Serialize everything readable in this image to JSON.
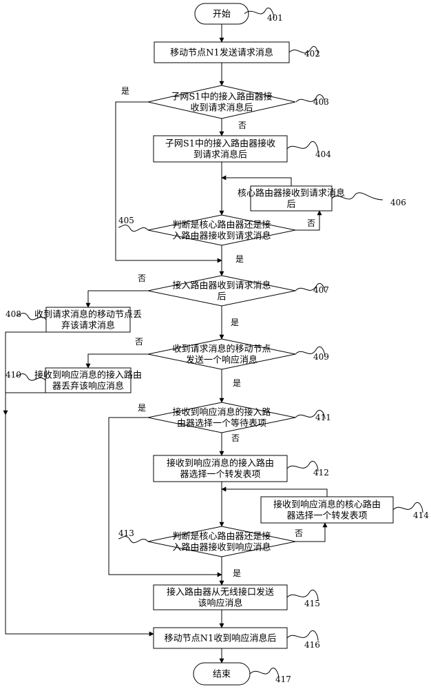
{
  "nodes": {
    "start": {
      "lines": [
        "开始"
      ],
      "ref": "401"
    },
    "n402": {
      "lines": [
        "移动节点N1发送请求消息"
      ],
      "ref": "402"
    },
    "n403": {
      "lines": [
        "子网S1中的接入路由器接",
        "收到请求消息后"
      ],
      "ref": "403"
    },
    "n404": {
      "lines": [
        "子网S1中的接入路由器接收",
        "到请求消息后"
      ],
      "ref": "404"
    },
    "n406": {
      "lines": [
        "核心路由器接收到请求消息",
        "后"
      ],
      "ref": "406"
    },
    "n405": {
      "lines": [
        "判断是核心路由器还是接",
        "入路由器接收到请求消息"
      ],
      "ref": "405"
    },
    "n407": {
      "lines": [
        "接入路由器收到请求消息",
        "后"
      ],
      "ref": "407"
    },
    "n408": {
      "lines": [
        "收到请求消息的移动节点丢",
        "弃该请求消息"
      ],
      "ref": "408"
    },
    "n409": {
      "lines": [
        "收到请求消息的移动节点",
        "发送一个响应消息"
      ],
      "ref": "409"
    },
    "n410": {
      "lines": [
        "接收到响应消息的接入路由",
        "器丢弃该响应消息"
      ],
      "ref": "410"
    },
    "n411": {
      "lines": [
        "接收到响应消息的接入路",
        "由器选择一个等待表项"
      ],
      "ref": "411"
    },
    "n412": {
      "lines": [
        "接收到响应消息的接入路由",
        "器选择一个转发表项"
      ],
      "ref": "412"
    },
    "n414": {
      "lines": [
        "接收到响应消息的核心路由",
        "器选择一个转发表项"
      ],
      "ref": "414"
    },
    "n413": {
      "lines": [
        "判断是核心路由器还是接",
        "入路由器接收到响应消息"
      ],
      "ref": "413"
    },
    "n415": {
      "lines": [
        "接入路由器从无线接口发送",
        "该响应消息"
      ],
      "ref": "415"
    },
    "n416": {
      "lines": [
        "移动节点N1收到响应消息后"
      ],
      "ref": "416"
    },
    "end": {
      "lines": [
        "结束"
      ],
      "ref": "417"
    }
  },
  "edge_labels": {
    "e403_yes": "是",
    "e403_no": "否",
    "e405_no": "否",
    "e405_yes": "是",
    "e407_no": "否",
    "e407_yes": "是",
    "e409_no": "否",
    "e409_yes": "是",
    "e411_yes": "是",
    "e411_no": "否",
    "e413_no": "否",
    "e413_yes": "是"
  }
}
